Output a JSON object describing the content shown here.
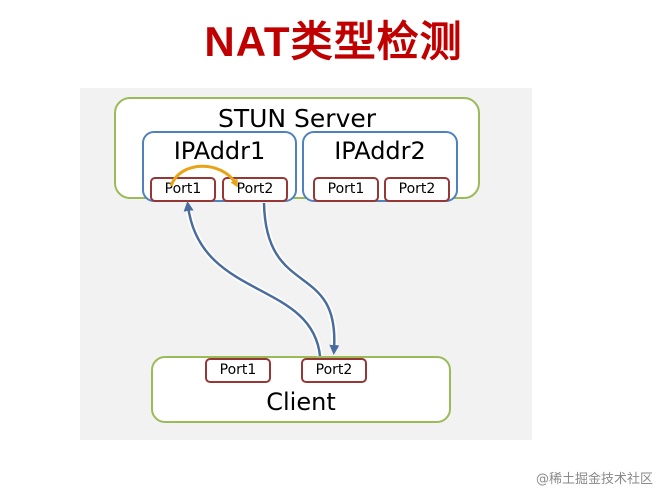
{
  "title": "NAT类型检测",
  "server": {
    "label": "STUN Server",
    "ip1": {
      "label": "IPAddr1",
      "port1": "Port1",
      "port2": "Port2"
    },
    "ip2": {
      "label": "IPAddr2",
      "port1": "Port1",
      "port2": "Port2"
    }
  },
  "client": {
    "label": "Client",
    "port1": "Port1",
    "port2": "Port2"
  },
  "watermark": "@稀土掘金技术社区",
  "colors": {
    "title": "#c00000",
    "outer_border": "#9bbb59",
    "ip_border": "#4f81bd",
    "port_border": "#953735",
    "arrow": "#4a6d9e",
    "loop_arrow": "#e8a317",
    "panel_bg": "#f2f2f2"
  }
}
